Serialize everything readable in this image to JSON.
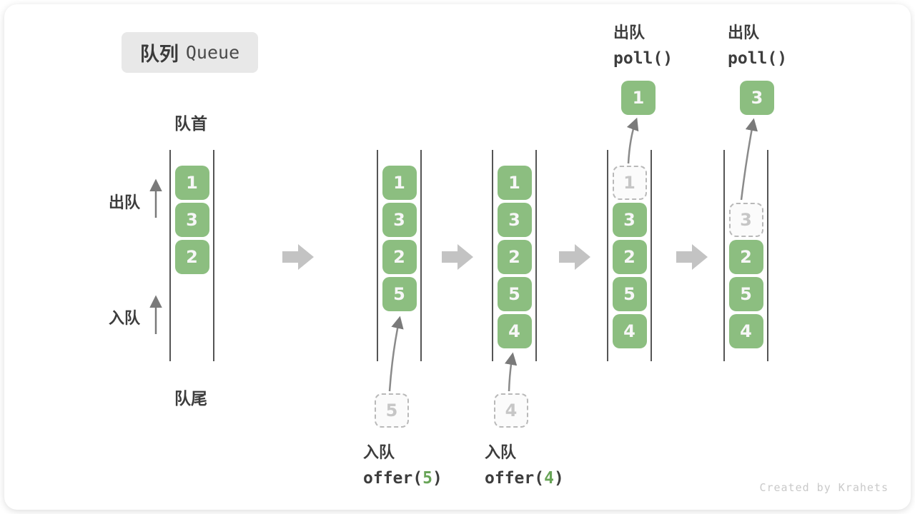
{
  "title": {
    "zh": "队列",
    "en": "Queue"
  },
  "labels": {
    "front": "队首",
    "rear": "队尾",
    "dequeue_side": "出队",
    "enqueue_side": "入队"
  },
  "colors": {
    "box_green": "#8cbe80",
    "code_arg_green": "#68a457",
    "rail_gray": "#555555",
    "block_arrow_gray": "#c3c3c3",
    "thin_arrow_gray": "#8a8a8a",
    "dashed_border_gray": "#b9b9b9",
    "badge_bg": "#e8e8e8"
  },
  "queue_states": [
    {
      "cells": [
        [
          "1",
          "g"
        ],
        [
          "3",
          "g"
        ],
        [
          "2",
          "g"
        ]
      ]
    },
    {
      "cells": [
        [
          "1",
          "g"
        ],
        [
          "3",
          "g"
        ],
        [
          "2",
          "g"
        ],
        [
          "5",
          "g"
        ]
      ]
    },
    {
      "cells": [
        [
          "1",
          "g"
        ],
        [
          "3",
          "g"
        ],
        [
          "2",
          "g"
        ],
        [
          "5",
          "g"
        ],
        [
          "4",
          "g"
        ]
      ]
    },
    {
      "cells": [
        [
          "1",
          "d"
        ],
        [
          "3",
          "g"
        ],
        [
          "2",
          "g"
        ],
        [
          "5",
          "g"
        ],
        [
          "4",
          "g"
        ]
      ]
    },
    {
      "cells": [
        [
          "",
          "e"
        ],
        [
          "3",
          "d"
        ],
        [
          "2",
          "g"
        ],
        [
          "5",
          "g"
        ],
        [
          "4",
          "g"
        ]
      ]
    }
  ],
  "operations": {
    "enqueue5": {
      "label": "入队",
      "code_fn": "offer(",
      "arg": "5",
      "code_close": ")"
    },
    "enqueue4": {
      "label": "入队",
      "code_fn": "offer(",
      "arg": "4",
      "code_close": ")"
    },
    "poll1": {
      "label": "出队",
      "code": "poll()"
    },
    "poll2": {
      "label": "出队",
      "code": "poll()"
    }
  },
  "extracted": {
    "poll1": "1",
    "poll2": "3"
  },
  "floating": {
    "enqueue5": "5",
    "enqueue4": "4"
  },
  "watermark": "Created by Krahets"
}
